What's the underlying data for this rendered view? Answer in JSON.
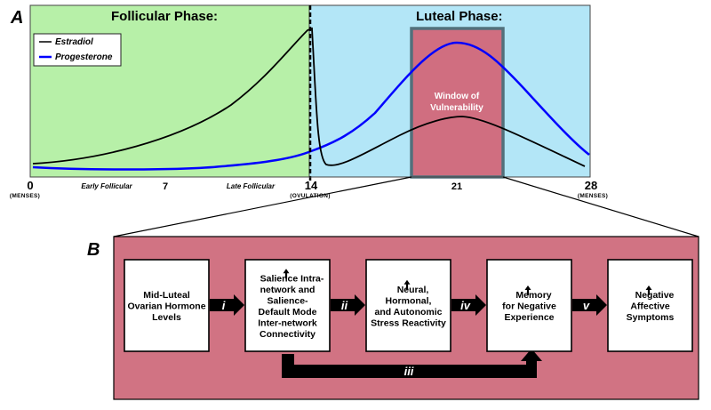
{
  "panel_a": {
    "label": "A",
    "follicular_title": "Follicular Phase:",
    "luteal_title": "Luteal Phase:",
    "window_line1": "Window of",
    "window_line2": "Vulnerability",
    "colors": {
      "follicular_bg": "#b7f0a8",
      "luteal_bg": "#b3e6f7",
      "window_bg": "#d06e80",
      "window_border": "#52707c",
      "estradiol": "#000000",
      "progesterone": "#0000ff"
    },
    "legend": {
      "estradiol": "Estradiol",
      "progesterone": "Progesterone"
    },
    "x_axis": {
      "ticks": [
        {
          "day": 0,
          "label": "0",
          "sub": "(MENSES)"
        },
        {
          "day": 7,
          "label": "7",
          "sub": ""
        },
        {
          "day": 14,
          "label": "14",
          "sub": "(OVULATION)"
        },
        {
          "day": 21,
          "label": "21",
          "sub": ""
        },
        {
          "day": 28,
          "label": "28",
          "sub": "(MENSES)"
        }
      ],
      "early_follicular": "Early Follicular",
      "late_follicular": "Late Follicular"
    }
  },
  "panel_b": {
    "label": "B",
    "background": "#d17383",
    "boxes": [
      {
        "arrow_up": false,
        "lines": [
          "Mid-Luteal",
          "Ovarian Hormone",
          "Levels"
        ]
      },
      {
        "arrow_up": true,
        "lines": [
          "Salience Intra-",
          "network and",
          "Salience-",
          "Default Mode",
          "Inter-network",
          "Connectivity"
        ]
      },
      {
        "arrow_up": true,
        "lines": [
          "Neural,",
          "Hormonal,",
          "and Autonomic",
          "Stress Reactivity"
        ]
      },
      {
        "arrow_up": true,
        "lines": [
          "Memory",
          "for Negative",
          "Experience"
        ]
      },
      {
        "arrow_up": true,
        "lines": [
          "Negative",
          "Affective",
          "Symptoms"
        ]
      }
    ],
    "arrows": [
      "i",
      "ii",
      "iv",
      "v"
    ],
    "feedback_arrow": "iii"
  }
}
